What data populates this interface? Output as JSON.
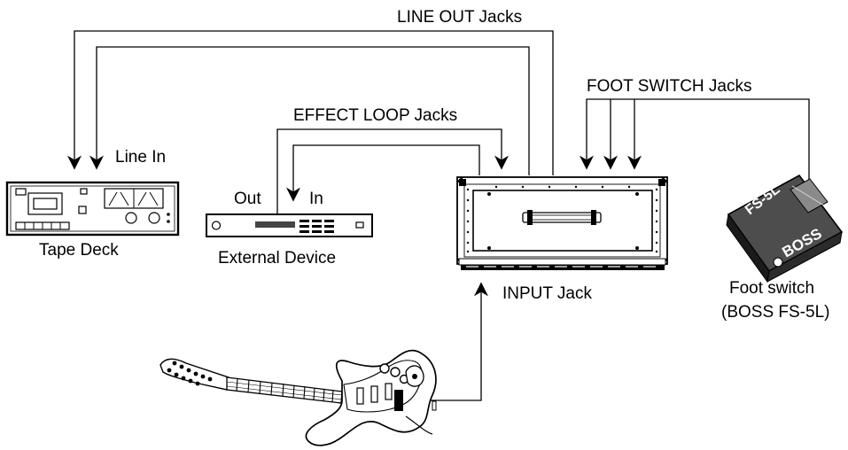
{
  "labels": {
    "line_out": "LINE OUT Jacks",
    "foot_switch_jacks": "FOOT SWITCH Jacks",
    "effect_loop": "EFFECT LOOP Jacks",
    "line_in": "Line In",
    "out": "Out",
    "in": "In",
    "tape_deck": "Tape Deck",
    "external_device": "External Device",
    "input_jack": "INPUT Jack",
    "foot_switch_line1": "Foot switch",
    "foot_switch_line2": "(BOSS FS-5L)"
  },
  "pedal_markings": {
    "model": "FS-5L",
    "brand": "BOSS"
  },
  "colors": {
    "line": "#000000",
    "background": "#ffffff"
  }
}
